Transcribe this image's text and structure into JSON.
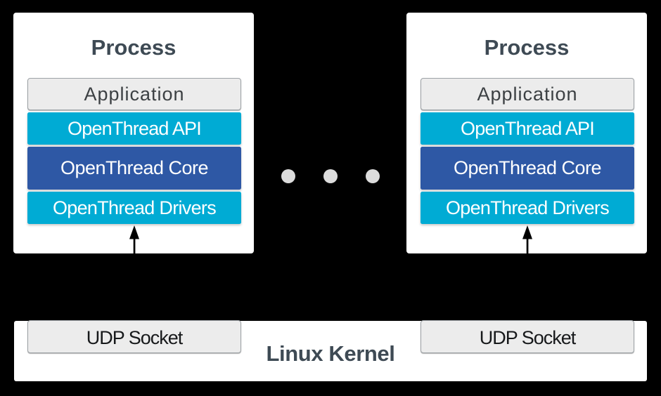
{
  "colors": {
    "background": "#000000",
    "card_bg": "#ffffff",
    "cyan": "#00abd4",
    "core_blue": "#2e58a5",
    "gray_box_bg": "#ececec",
    "gray_box_border": "#9da2a6",
    "title_color": "#3e4a54",
    "app_text": "#3c4043",
    "udp_text": "#17191b",
    "dot_color": "#dcdcdc",
    "arrow_color": "#000000"
  },
  "cards": [
    {
      "title": "Process",
      "layers": [
        {
          "label": "Application"
        },
        {
          "label": "OpenThread API"
        },
        {
          "label": "OpenThread Core"
        },
        {
          "label": "OpenThread Drivers"
        }
      ]
    },
    {
      "title": "Process",
      "layers": [
        {
          "label": "Application"
        },
        {
          "label": "OpenThread API"
        },
        {
          "label": "OpenThread Core"
        },
        {
          "label": "OpenThread Drivers"
        }
      ]
    }
  ],
  "separator": {
    "type": "ellipsis-dots",
    "count": 3
  },
  "kernel": {
    "label": "Linux Kernel",
    "sockets": [
      {
        "label": "UDP Socket"
      },
      {
        "label": "UDP Socket"
      }
    ]
  }
}
